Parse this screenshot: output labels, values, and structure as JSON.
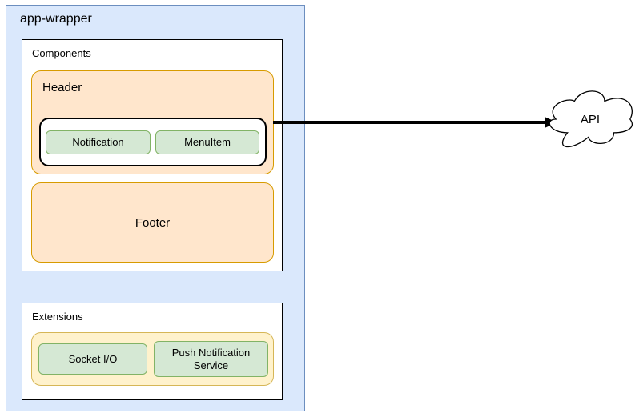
{
  "diagram": {
    "app_wrapper": {
      "label": "app-wrapper"
    },
    "components": {
      "label": "Components",
      "header": {
        "label": "Header",
        "container_children": [
          {
            "label": "Notification"
          },
          {
            "label": "MenuItem"
          }
        ]
      },
      "footer": {
        "label": "Footer"
      }
    },
    "extensions": {
      "label": "Extensions",
      "children": [
        {
          "label": "Socket I/O"
        },
        {
          "label": "Push Notification Service"
        }
      ]
    },
    "api_cloud": {
      "label": "API"
    },
    "connection": {
      "from": "Header",
      "to": "API"
    }
  },
  "colors": {
    "wrapper_fill": "#dae8fc",
    "wrapper_stroke": "#6c8ebf",
    "orange_fill": "#ffe6cc",
    "orange_stroke": "#d79b00",
    "green_fill": "#d5e8d4",
    "green_stroke": "#82b366",
    "yellow_fill": "#fff2cc",
    "yellow_stroke": "#d6b656",
    "box_stroke": "#000000",
    "arrow_color": "#000000"
  }
}
